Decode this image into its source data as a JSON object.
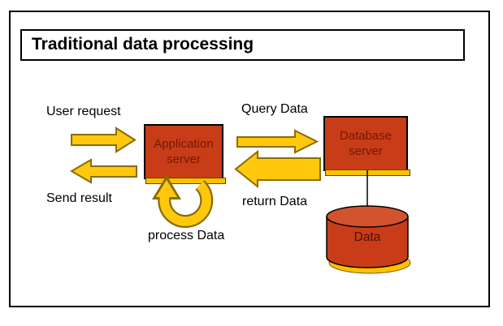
{
  "diagram": {
    "title": "Traditional data processing",
    "flow_labels": {
      "user_request": "User request",
      "send_result": "Send result",
      "query_data": "Query Data",
      "return_data": "return Data",
      "process_data": "process Data"
    },
    "nodes": {
      "application_server": "Application server",
      "database_server": "Database server",
      "data_store": "Data"
    }
  },
  "colors": {
    "node_fill": "#C83D17",
    "node_text": "#701808",
    "cylinder_top_fill": "#D2532D",
    "cylinder_text": "#4A1206",
    "arrow_fill": "#FFC80D",
    "arrow_outline": "#8A6D00",
    "shadow_yellow": "#FFC000",
    "frame_border": "#000000",
    "label_text": "#000000"
  }
}
